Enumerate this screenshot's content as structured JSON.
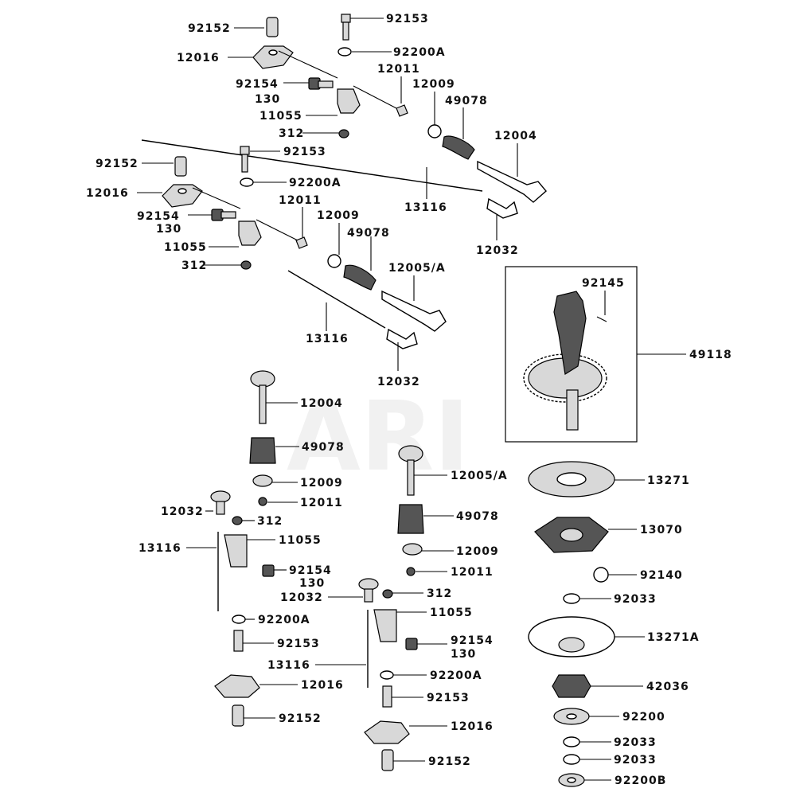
{
  "watermark": "ARI",
  "callouts": [
    {
      "id": "c1",
      "text": "92152"
    },
    {
      "id": "c2",
      "text": "12016"
    },
    {
      "id": "c3",
      "text": "92153"
    },
    {
      "id": "c4",
      "text": "92200A"
    },
    {
      "id": "c5",
      "text": "12011"
    },
    {
      "id": "c6",
      "text": "92154"
    },
    {
      "id": "c7",
      "text": "130"
    },
    {
      "id": "c8",
      "text": "12009"
    },
    {
      "id": "c9",
      "text": "49078"
    },
    {
      "id": "c10",
      "text": "11055"
    },
    {
      "id": "c11",
      "text": "312"
    },
    {
      "id": "c12",
      "text": "12004"
    },
    {
      "id": "c13",
      "text": "92152"
    },
    {
      "id": "c14",
      "text": "92153"
    },
    {
      "id": "c15",
      "text": "12016"
    },
    {
      "id": "c16",
      "text": "92200A"
    },
    {
      "id": "c17",
      "text": "13116"
    },
    {
      "id": "c18",
      "text": "12011"
    },
    {
      "id": "c19",
      "text": "92154"
    },
    {
      "id": "c20",
      "text": "130"
    },
    {
      "id": "c21",
      "text": "12009"
    },
    {
      "id": "c22",
      "text": "12032"
    },
    {
      "id": "c23",
      "text": "11055"
    },
    {
      "id": "c24",
      "text": "49078"
    },
    {
      "id": "c25",
      "text": "312"
    },
    {
      "id": "c26",
      "text": "12005/A"
    },
    {
      "id": "c27",
      "text": "92145"
    },
    {
      "id": "c28",
      "text": "13116"
    },
    {
      "id": "c29",
      "text": "49118"
    },
    {
      "id": "c30",
      "text": "12032"
    },
    {
      "id": "c31",
      "text": "12004"
    },
    {
      "id": "c32",
      "text": "49078"
    },
    {
      "id": "c33",
      "text": "12005/A"
    },
    {
      "id": "c34",
      "text": "13271"
    },
    {
      "id": "c35",
      "text": "12009"
    },
    {
      "id": "c36",
      "text": "12032"
    },
    {
      "id": "c37",
      "text": "12011"
    },
    {
      "id": "c38",
      "text": "312"
    },
    {
      "id": "c39",
      "text": "49078"
    },
    {
      "id": "c40",
      "text": "13070"
    },
    {
      "id": "c41",
      "text": "13116"
    },
    {
      "id": "c42",
      "text": "11055"
    },
    {
      "id": "c43",
      "text": "12009"
    },
    {
      "id": "c44",
      "text": "92154"
    },
    {
      "id": "c45",
      "text": "130"
    },
    {
      "id": "c46",
      "text": "12011"
    },
    {
      "id": "c47",
      "text": "92140"
    },
    {
      "id": "c48",
      "text": "12032"
    },
    {
      "id": "c49",
      "text": "312"
    },
    {
      "id": "c50",
      "text": "92033"
    },
    {
      "id": "c51",
      "text": "92200A"
    },
    {
      "id": "c52",
      "text": "11055"
    },
    {
      "id": "c53",
      "text": "13271A"
    },
    {
      "id": "c54",
      "text": "92153"
    },
    {
      "id": "c55",
      "text": "92154"
    },
    {
      "id": "c56",
      "text": "130"
    },
    {
      "id": "c57",
      "text": "13116"
    },
    {
      "id": "c58",
      "text": "92200A"
    },
    {
      "id": "c59",
      "text": "12016"
    },
    {
      "id": "c60",
      "text": "42036"
    },
    {
      "id": "c61",
      "text": "92153"
    },
    {
      "id": "c62",
      "text": "92152"
    },
    {
      "id": "c63",
      "text": "92200"
    },
    {
      "id": "c64",
      "text": "12016"
    },
    {
      "id": "c65",
      "text": "92033"
    },
    {
      "id": "c66",
      "text": "92033"
    },
    {
      "id": "c67",
      "text": "92152"
    },
    {
      "id": "c68",
      "text": "92200B"
    }
  ]
}
